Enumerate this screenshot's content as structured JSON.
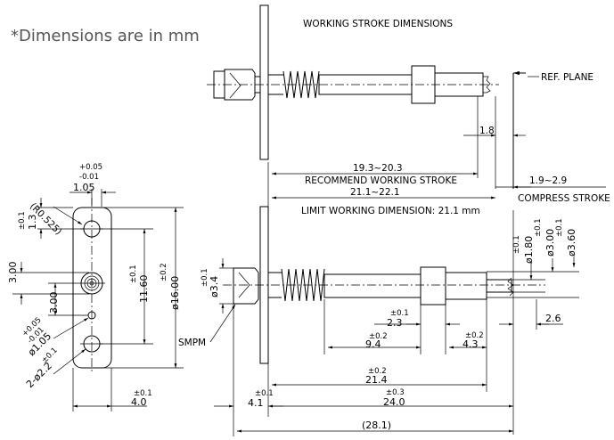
{
  "note": "*Dimensions are in mm",
  "headings": {
    "working_stroke": "WORKING STROKE DIMENSIONS",
    "ref_plane": "REF. PLANE",
    "recommend": "RECOMMEND WORKING STROKE",
    "limit": "LIMIT WORKING DIMENSION: 21.1 mm",
    "compress": "COMPRESS STROKE",
    "smpm": "SMPM"
  },
  "dims": {
    "d_1_8": "1.8",
    "d_19_3": "19.3~20.3",
    "d_21_1": "21.1~22.1",
    "d_1_9": "1.9~2.9",
    "d_1_05": "1.05",
    "tol_1_05_p": "+0.05",
    "tol_1_05_m": "-0.01",
    "d_r0525": "(R0.525)",
    "d_1_3": "1.3",
    "tol_1_3": "±0.1",
    "d_3_00_left": "3.00",
    "d_11_60": "11.60",
    "tol_11_60": "±0.1",
    "d_16_00": "ø16.00",
    "tol_16_00": "±0.2",
    "d_3_00_mid": "3.00",
    "d_1_05_hole": "ø1.05",
    "tol_hole_p": "+0.05",
    "tol_hole_m": "-0.01",
    "d_2_2": "2-ø2.2",
    "tol_2_2": "±0.1",
    "d_4_0": "4.0",
    "tol_4_0": "±0.1",
    "d_3_4": "ø3.4",
    "tol_3_4": "±0.1",
    "d_1_80": "ø1.80",
    "tol_1_80": "±0.1",
    "d_3_00_r": "ø3.00",
    "tol_3_00_r": "±0.1",
    "d_3_60": "ø3.60",
    "tol_3_60": "±0.1",
    "d_2_3": "2.3",
    "tol_2_3": "±0.1",
    "d_9_4": "9.4",
    "tol_9_4": "±0.2",
    "d_4_3": "4.3",
    "tol_4_3": "±0.2",
    "d_2_6": "2.6",
    "d_21_4": "21.4",
    "tol_21_4": "±0.2",
    "d_4_1": "4.1",
    "tol_4_1": "±0.1",
    "d_24_0": "24.0",
    "tol_24_0": "±0.3",
    "d_28_1": "(28.1)"
  }
}
